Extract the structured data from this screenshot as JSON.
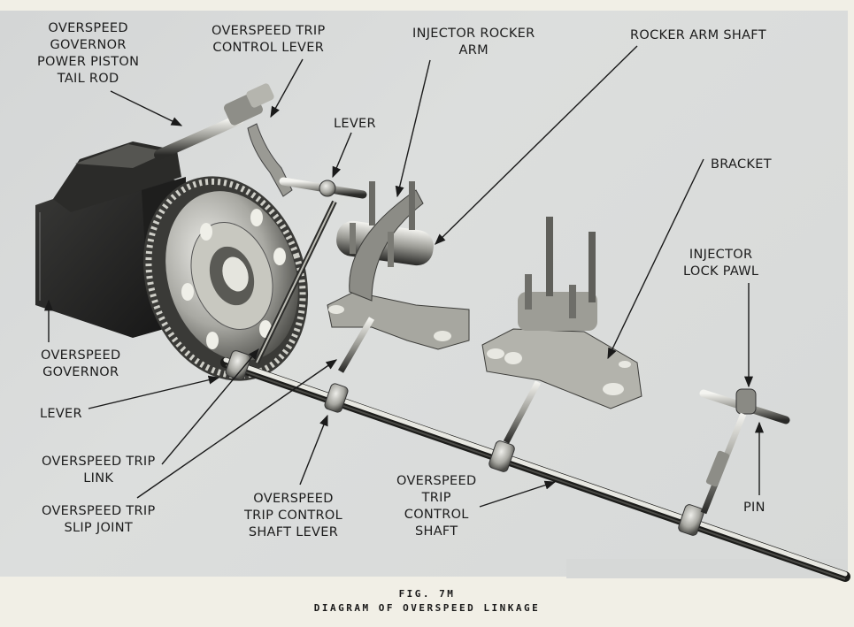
{
  "figure": {
    "number": "FIG. 7M",
    "title": "DIAGRAM OF OVERSPEED LINKAGE"
  },
  "labels": {
    "governor_tail_rod": "OVERSPEED\nGOVERNOR\nPOWER PISTON\nTAIL ROD",
    "trip_control_lever": "OVERSPEED TRIP\nCONTROL LEVER",
    "injector_rocker_arm": "INJECTOR ROCKER\nARM",
    "rocker_arm_shaft": "ROCKER ARM SHAFT",
    "lever_top": "LEVER",
    "bracket": "BRACKET",
    "injector_lock_pawl": "INJECTOR\nLOCK PAWL",
    "overspeed_governor": "OVERSPEED\nGOVERNOR",
    "lever_bottom": "LEVER",
    "trip_link": "OVERSPEED TRIP\nLINK",
    "slip_joint": "OVERSPEED TRIP\nSLIP JOINT",
    "control_shaft_lever": "OVERSPEED\nTRIP CONTROL\nSHAFT LEVER",
    "control_shaft": "OVERSPEED\nTRIP\nCONTROL\nSHAFT",
    "pin": "PIN"
  },
  "colors": {
    "paper": "#f1efe6",
    "photo_background": "#d7d9d8",
    "ink": "#1c1c1c"
  }
}
